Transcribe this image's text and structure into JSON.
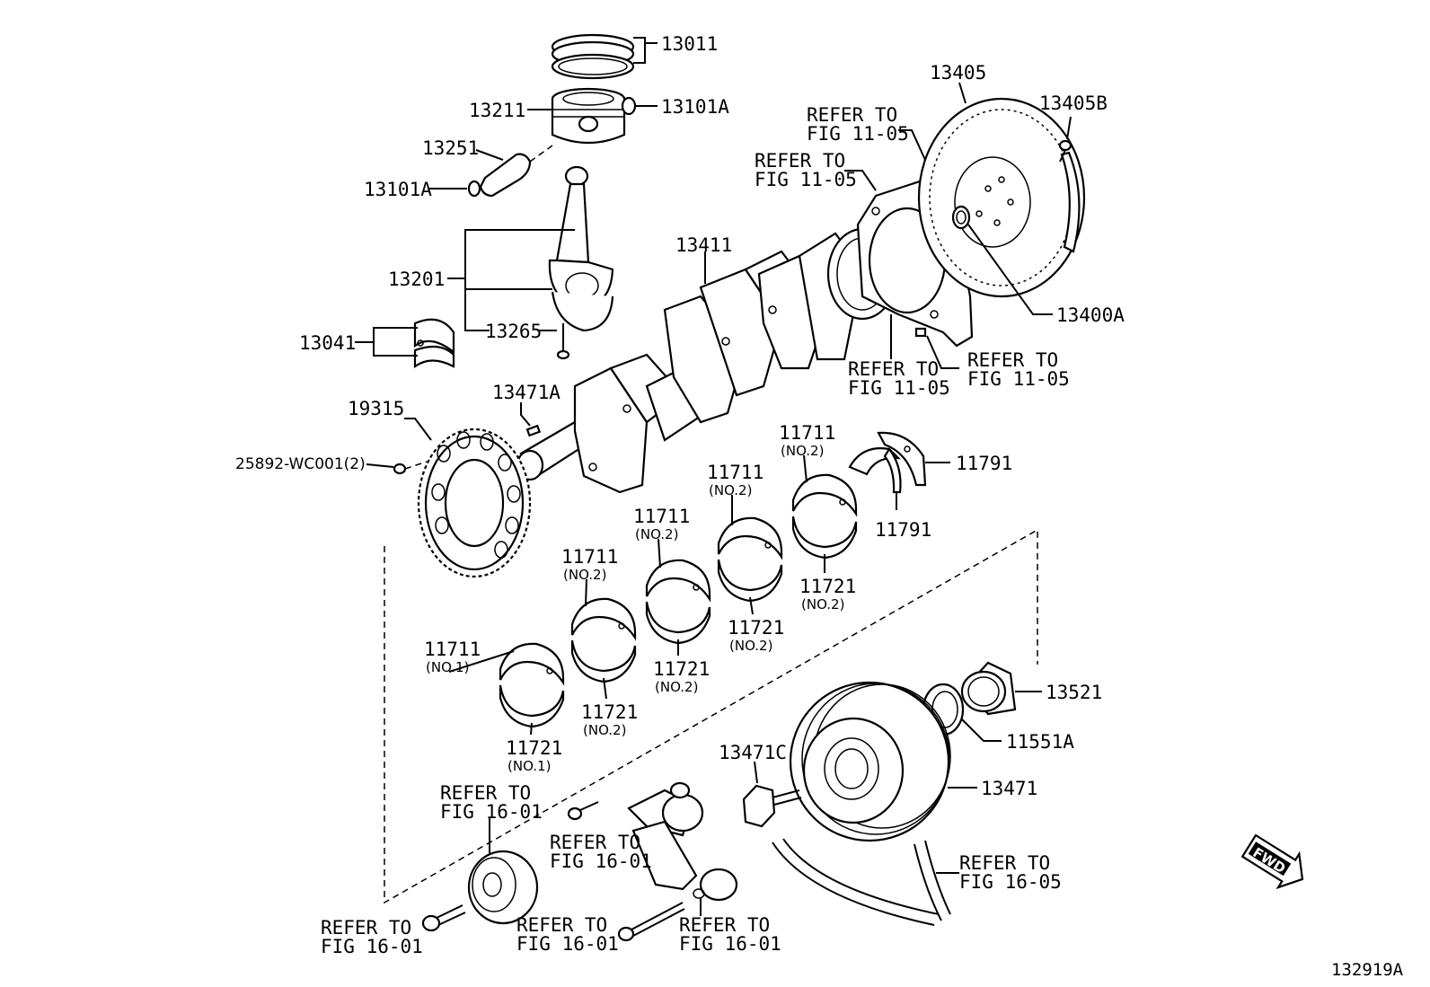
{
  "diagram": {
    "figure_id": "132919A",
    "fwd_label": "FWD",
    "parts": {
      "p13011": "13011",
      "p13211": "13211",
      "p13101A_top": "13101A",
      "p13251": "13251",
      "p13101A_left": "13101A",
      "p13201": "13201",
      "p13265": "13265",
      "p13041": "13041",
      "p13411": "13411",
      "p13405": "13405",
      "p13405B": "13405B",
      "p13400A": "13400A",
      "p13471A": "13471A",
      "p19315": "19315",
      "p25892": "25892-WC001(2)",
      "p11791a": "11791",
      "p11791b": "11791",
      "p13521": "13521",
      "p11551A": "11551A",
      "p13471": "13471",
      "p13471C": "13471C"
    },
    "bearings": [
      {
        "upper": "11711",
        "upper_note": "(NO.1)",
        "lower": "11721",
        "lower_note": "(NO.1)"
      },
      {
        "upper": "11711",
        "upper_note": "(NO.2)",
        "lower": "11721",
        "lower_note": "(NO.2)"
      },
      {
        "upper": "11711",
        "upper_note": "(NO.2)",
        "lower": "11721",
        "lower_note": "(NO.2)"
      },
      {
        "upper": "11711",
        "upper_note": "(NO.2)",
        "lower": "11721",
        "lower_note": "(NO.2)"
      },
      {
        "upper": "11711",
        "upper_note": "(NO.2)",
        "lower": "11721",
        "lower_note": "(NO.2)"
      }
    ],
    "references": {
      "r1105_a_1": "REFER TO",
      "r1105_a_2": "FIG 11-05",
      "r1105_b_1": "REFER TO",
      "r1105_b_2": "FIG 11-05",
      "r1105_c_1": "REFER TO",
      "r1105_c_2": "FIG 11-05",
      "r1105_d_1": "REFER TO",
      "r1105_d_2": "FIG 11-05",
      "r1601_a_1": "REFER TO",
      "r1601_a_2": "FIG 16-01",
      "r1601_b_1": "REFER TO",
      "r1601_b_2": "FIG 16-01",
      "r1601_c_1": "REFER TO",
      "r1601_c_2": "FIG 16-01",
      "r1601_d_1": "REFER TO",
      "r1601_d_2": "FIG 16-01",
      "r1601_e_1": "REFER TO",
      "r1601_e_2": "FIG 16-01",
      "r1605_1": "REFER TO",
      "r1605_2": "FIG 16-05"
    }
  }
}
